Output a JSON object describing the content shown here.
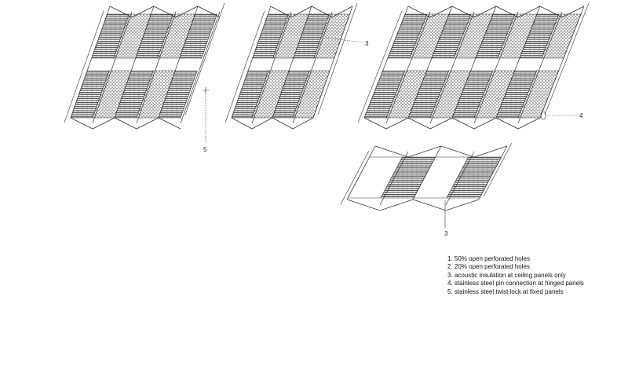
{
  "callouts": {
    "top_middle": "3",
    "top_right": "4",
    "top_left": "5",
    "bottom_panel": "3"
  },
  "legend": {
    "items": [
      "1. 50% open perforated holes",
      "2. 20% open perforated holes",
      "3. acoustic insulation at ceiling panels only",
      "4. stainless steel pin connection at hinged panels",
      "5. stainless steel twist lock at fixed panels"
    ]
  },
  "colors": {
    "line": "#333333",
    "hatch": "#555555",
    "stipple": "#444444",
    "background": "#ffffff"
  }
}
